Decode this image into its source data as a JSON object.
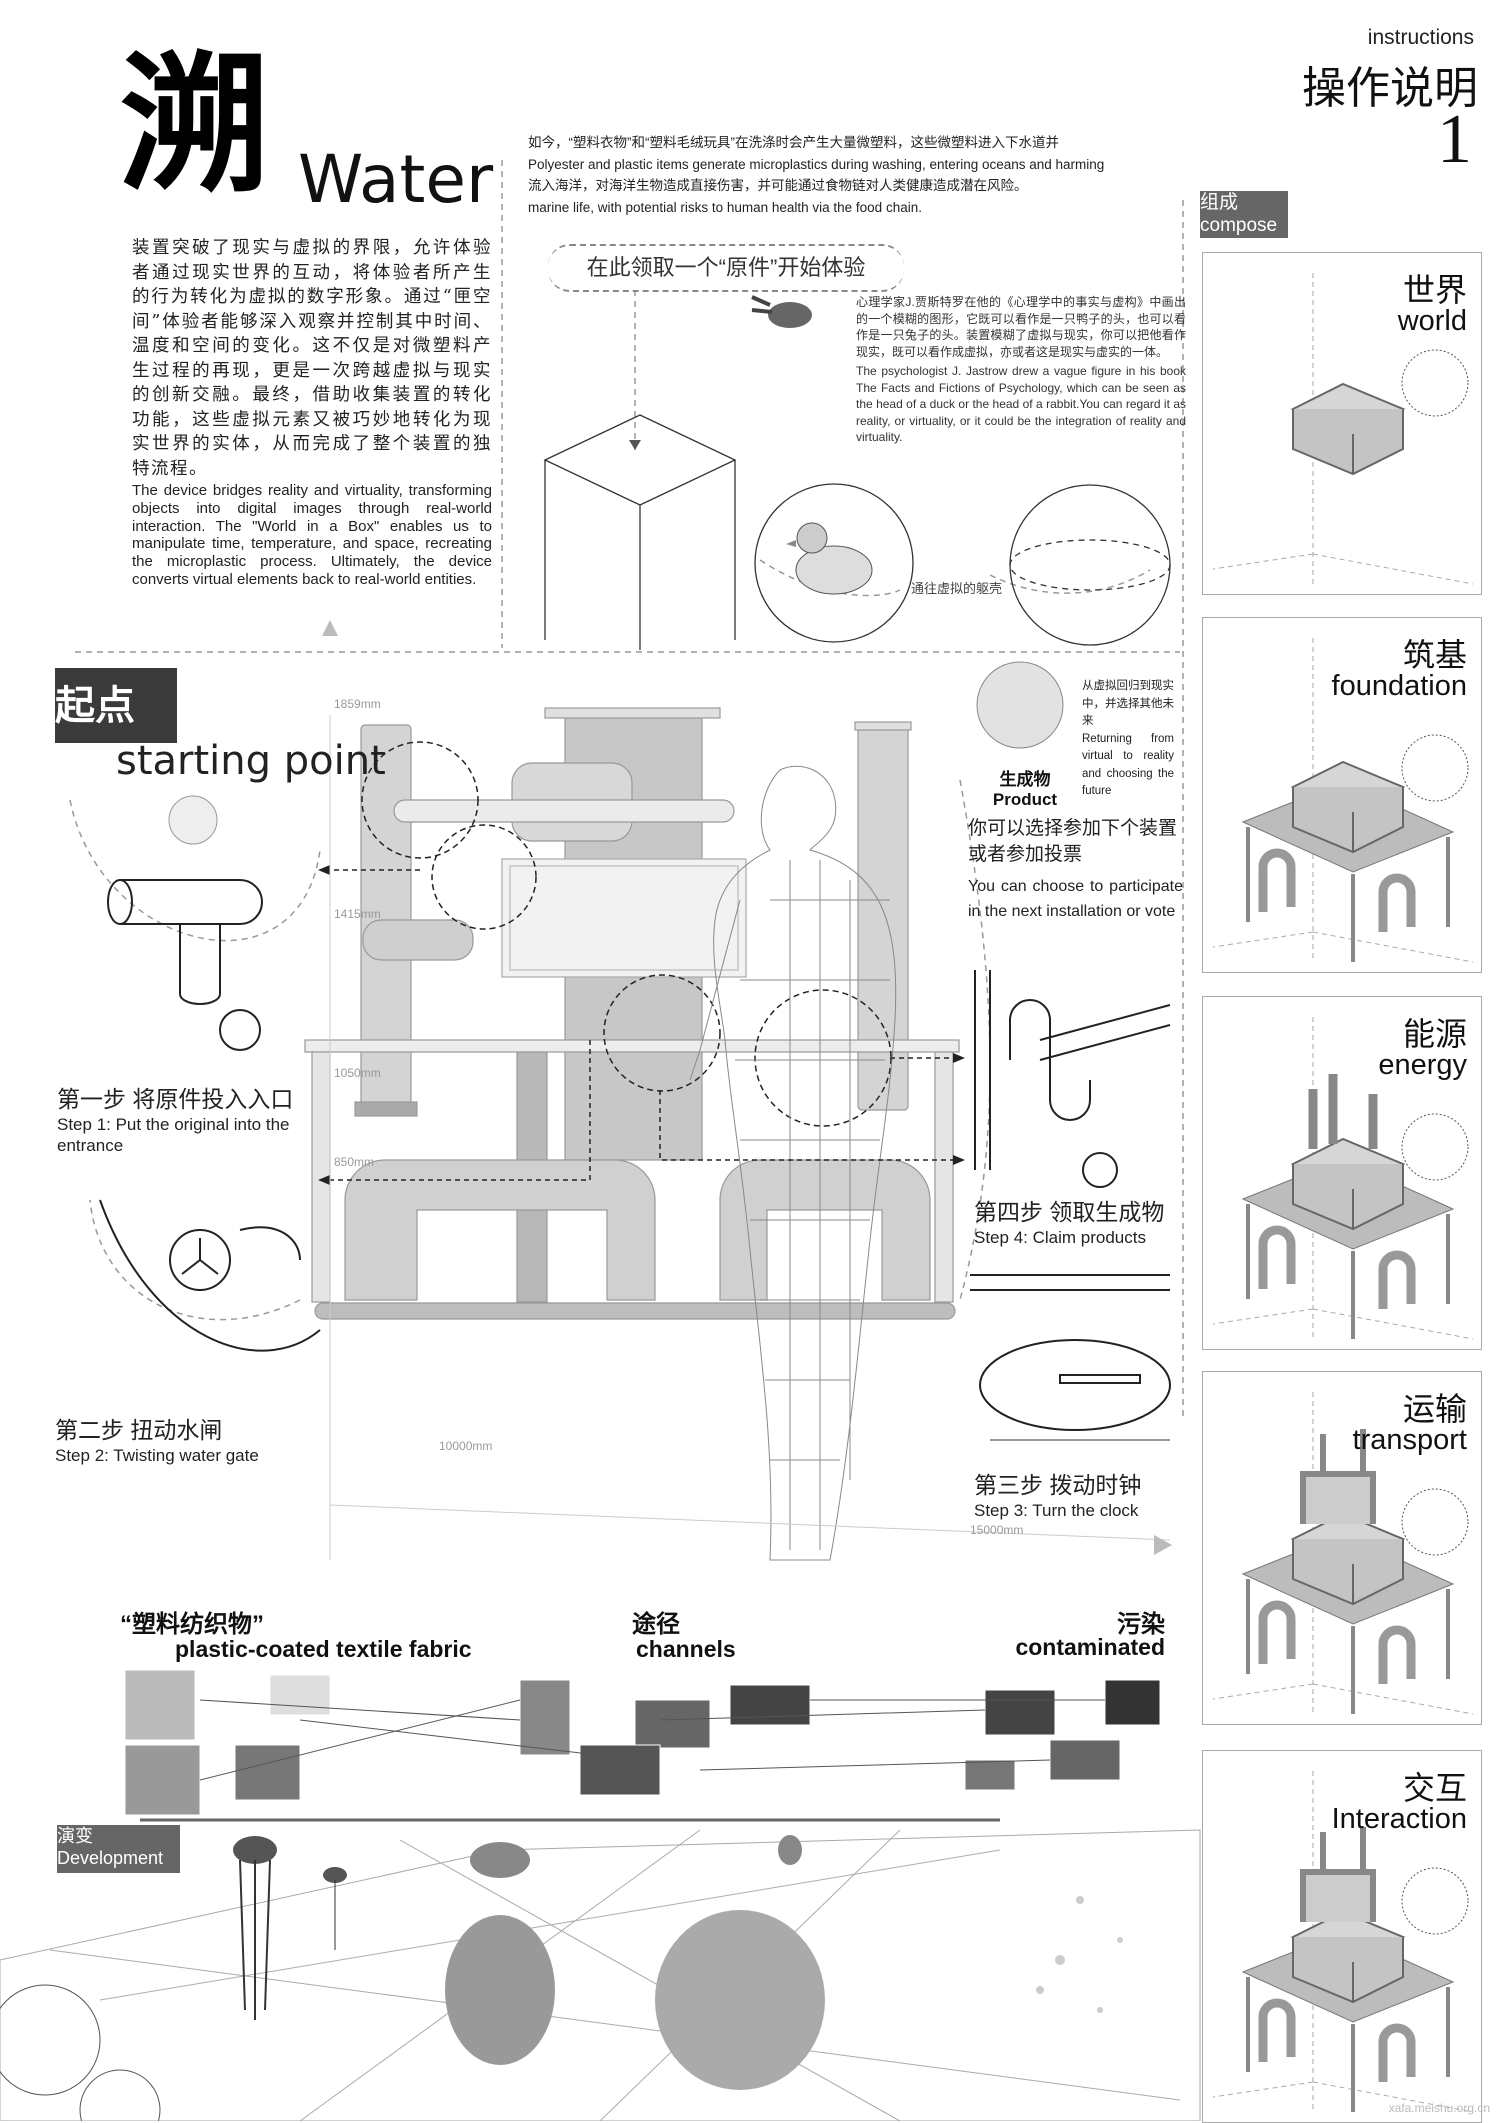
{
  "header": {
    "logo_char": "溯",
    "title_en": "Water",
    "instructions_label": "instructions",
    "instructions_title": "操作说明",
    "page_number": "1"
  },
  "intro": {
    "cn": "装置突破了现实与虚拟的界限，允许体验者通过现实世界的互动，将体验者所产生的行为转化为虚拟的数字形象。通过“匣空间”体验者能够深入观察并控制其中时间、温度和空间的变化。这不仅是对微塑料产生过程的再现，更是一次跨越虚拟与现实的创新交融。最终，借助收集装置的转化功能，这些虚拟元素又被巧妙地转化为现实世界的实体，从而完成了整个装置的独特流程。",
    "en": "The device bridges reality and virtuality, transforming objects into digital images through real-world interaction. The \"World in a Box\" enables us to manipulate time, temperature, and space, recreating the microplastic process. Ultimately, the device converts virtual elements back to real-world entities."
  },
  "top_note": {
    "cn_1": "如今，“塑料衣物”和“塑料毛绒玩具”在洗涤时会产生大量微塑料，这些微塑料进入下水道并",
    "en_1": "Polyester and plastic items generate microplastics during washing, entering oceans and harming",
    "cn_2": "流入海洋，对海洋生物造成直接伤害，并可能通过食物链对人类健康造成潜在风险。",
    "en_2": "marine life, with potential risks to human health via the food chain."
  },
  "start_pill": "在此领取一个“原件”开始体验",
  "psychology": {
    "cn": "心理学家J.贾斯特罗在他的《心理学中的事实与虚构》中画出的一个模糊的图形，它既可以看作是一只鸭子的头，也可以看作是一只兔子的头。装置模糊了虚拟与现实，你可以把他看作现实，既可以看作成虚拟，亦或者这是现实与虚实的一体。",
    "en": "The psychologist J. Jastrow drew a vague figure in his book The Facts and Fictions of Psychology, which can be seen as the head of a duck or the head of a rabbit.You can regard it as reality, or virtuality, or it could be the integration of reality and virtuality."
  },
  "virtual_shell_label": "通往虚拟的躯壳",
  "starting": {
    "cn": "起点",
    "en": "starting point"
  },
  "product": {
    "title_cn": "生成物",
    "title_en": "Product",
    "desc_cn": "从虚拟回归到现实中，并选择其他未来",
    "desc_en": "Returning from virtual to reality and choosing the future",
    "choice_cn": "你可以选择参加下个装置或者参加投票",
    "choice_en": "You can choose to participate in the next installation or vote"
  },
  "steps": [
    {
      "cn": "第一步 将原件投入入口",
      "en": "Step 1: Put the original into the entrance"
    },
    {
      "cn": "第二步 扭动水闸",
      "en": "Step 2: Twisting water gate"
    },
    {
      "cn": "第三步 拨动时钟",
      "en": "Step 3: Turn the clock"
    },
    {
      "cn": "第四步 领取生成物",
      "en": "Step 4: Claim products"
    }
  ],
  "dimensions": {
    "h_1859": "1859mm",
    "h_1415": "1415mm",
    "h_1050": "1050mm",
    "h_850": "850mm",
    "w_10000": "10000mm",
    "w_15000": "15000mm"
  },
  "evolution": {
    "fabric_cn": "“塑料纺织物”",
    "fabric_en": "plastic-coated textile fabric",
    "channels_cn": "途径",
    "channels_en": "channels",
    "contaminated_cn": "污染",
    "contaminated_en": "contaminated",
    "development_cn": "演变",
    "development_en": "Development"
  },
  "compose": {
    "cn": "组成",
    "en": "compose",
    "panels": [
      {
        "cn": "世界",
        "en": "world"
      },
      {
        "cn": "筑基",
        "en": "foundation"
      },
      {
        "cn": "能源",
        "en": "energy"
      },
      {
        "cn": "运输",
        "en": "transport"
      },
      {
        "cn": "交互",
        "en": "Interaction"
      }
    ]
  },
  "colors": {
    "text": "#222222",
    "label_box": "#666666",
    "start_box": "#3b3b3b",
    "pipe": "#c8c8c8"
  },
  "watermark": "xafa.meishu.org.cn"
}
